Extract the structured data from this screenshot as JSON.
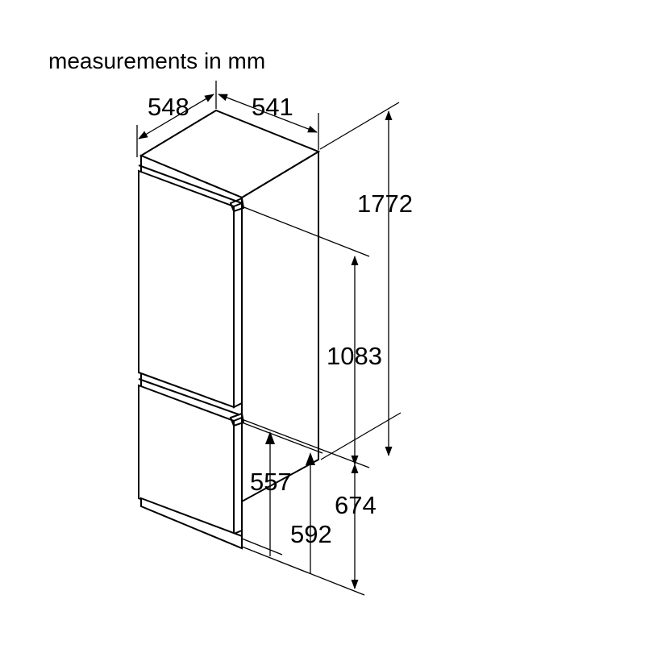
{
  "title": "measurements in mm",
  "dimensions": {
    "depth": "548",
    "width": "541",
    "total_height": "1772",
    "upper_door_height": "1083",
    "lower_door_height": "557",
    "lower_section_height": "592",
    "niche_lower_height": "674"
  },
  "colors": {
    "line": "#000000",
    "background": "#ffffff"
  }
}
